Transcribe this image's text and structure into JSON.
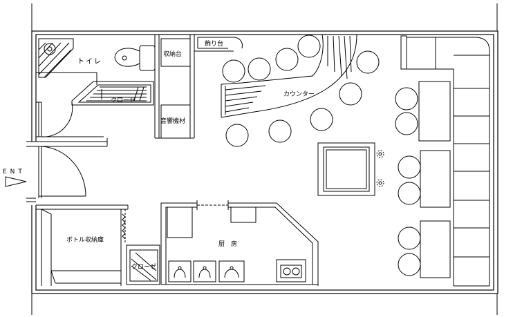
{
  "floor_plan": {
    "rooms": {
      "toilet": "トイレ",
      "storage_stand": "収納台",
      "display_shelf": "飾り台",
      "closet": "クローゼ",
      "audio_equipment": "音響機材",
      "counter": "カウンター",
      "bottle_storage": "ボトル収納庫",
      "kitchen": "厨　房",
      "closet_2": "クローゼ"
    },
    "entrance_label": "ENT"
  }
}
